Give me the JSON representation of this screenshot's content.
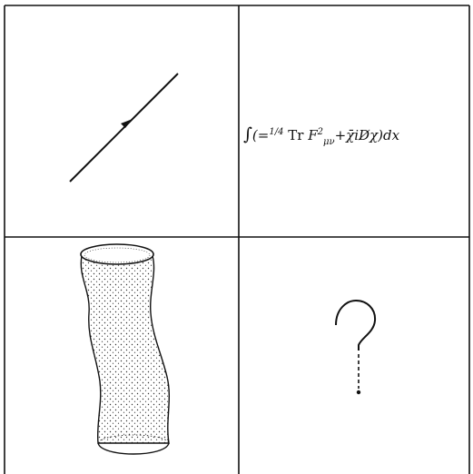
{
  "figure": {
    "panels": [
      {
        "id": "top-left",
        "content": "line with arrow"
      },
      {
        "id": "top-right",
        "content": "action formula"
      },
      {
        "id": "bottom-left",
        "content": "dotted tube"
      },
      {
        "id": "bottom-right",
        "content": "question mark"
      }
    ]
  },
  "formula": {
    "integral": "∫",
    "open": "(",
    "minus": "=",
    "frac": "1/4",
    "trace": "Tr",
    "field": "F",
    "field_sup": "2",
    "field_sub": "μν",
    "plus": "+",
    "chi_bar": "χ̄",
    "i": "i",
    "dslash": "D̸",
    "chi": "χ",
    "close": ")",
    "measure": "dx"
  },
  "question_mark": "?"
}
